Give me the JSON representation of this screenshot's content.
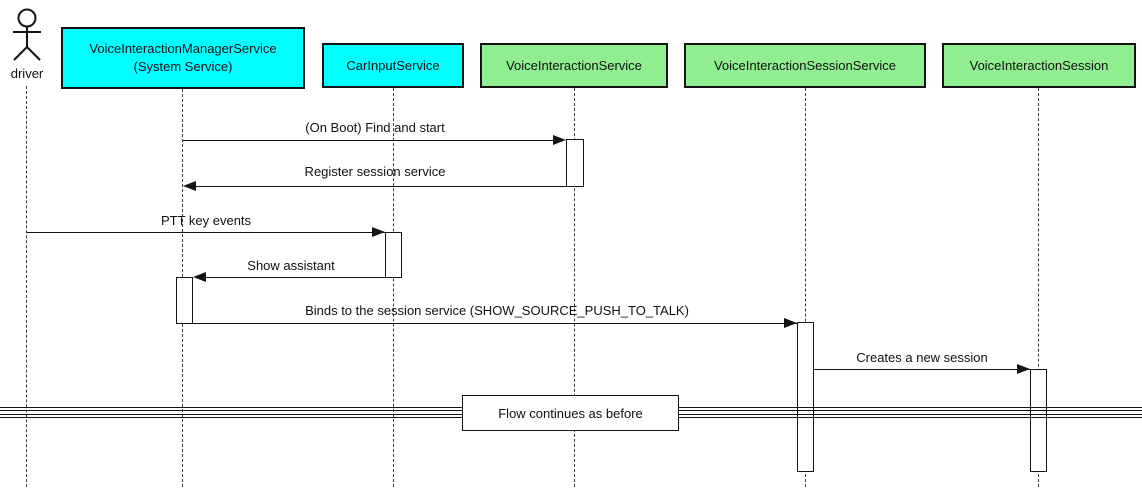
{
  "diagram": {
    "type": "uml-sequence-diagram",
    "actor": {
      "name": "driver"
    },
    "participants": [
      {
        "label": "VoiceInteractionManagerService",
        "sublabel": "(System Service)",
        "fill": "#00FFFF"
      },
      {
        "label": "CarInputService",
        "sublabel": "",
        "fill": "#00FFFF"
      },
      {
        "label": "VoiceInteractionService",
        "sublabel": "",
        "fill": "#90EE90"
      },
      {
        "label": "VoiceInteractionSessionService",
        "sublabel": "",
        "fill": "#90EE90"
      },
      {
        "label": "VoiceInteractionSession",
        "sublabel": "",
        "fill": "#90EE90"
      }
    ],
    "messages": [
      {
        "label": "(On Boot) Find and start",
        "from": "VoiceInteractionManagerService",
        "to": "VoiceInteractionService",
        "direction": "right"
      },
      {
        "label": "Register session service",
        "from": "VoiceInteractionService",
        "to": "VoiceInteractionManagerService",
        "direction": "left"
      },
      {
        "label": "PTT key events",
        "from": "driver",
        "to": "CarInputService",
        "direction": "right"
      },
      {
        "label": "Show assistant",
        "from": "CarInputService",
        "to": "VoiceInteractionManagerService",
        "direction": "left"
      },
      {
        "label": "Binds to the session service (SHOW_SOURCE_PUSH_TO_TALK)",
        "from": "VoiceInteractionManagerService",
        "to": "VoiceInteractionSessionService",
        "direction": "right"
      },
      {
        "label": "Creates a new session",
        "from": "VoiceInteractionSessionService",
        "to": "VoiceInteractionSession",
        "direction": "right"
      }
    ],
    "divider": {
      "label": "Flow continues as before"
    },
    "colors": {
      "participant_cyan": "#00FFFF",
      "participant_green": "#90EE90",
      "border": "#141414",
      "background": "#FFFFFF"
    }
  }
}
